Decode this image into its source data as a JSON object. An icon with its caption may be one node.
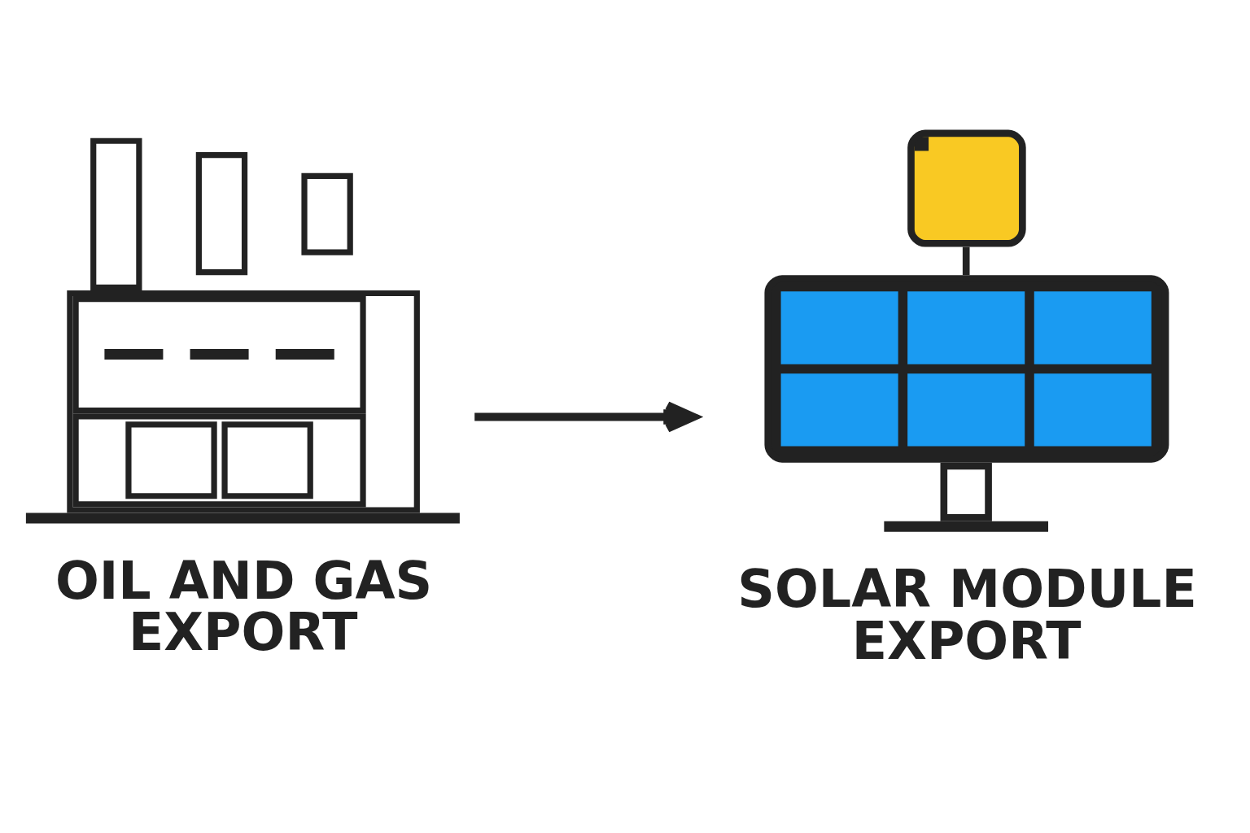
{
  "diagram": {
    "nodes": [
      {
        "text": [
          "OIL AND GAS EXPORT"
        ]
      },
      {
        "text": [
          "SOLAR MODULE EXPORT"
        ]
      }
    ],
    "edges": [
      {
        "from": 0,
        "to": 1,
        "arrow": "to"
      }
    ]
  }
}
